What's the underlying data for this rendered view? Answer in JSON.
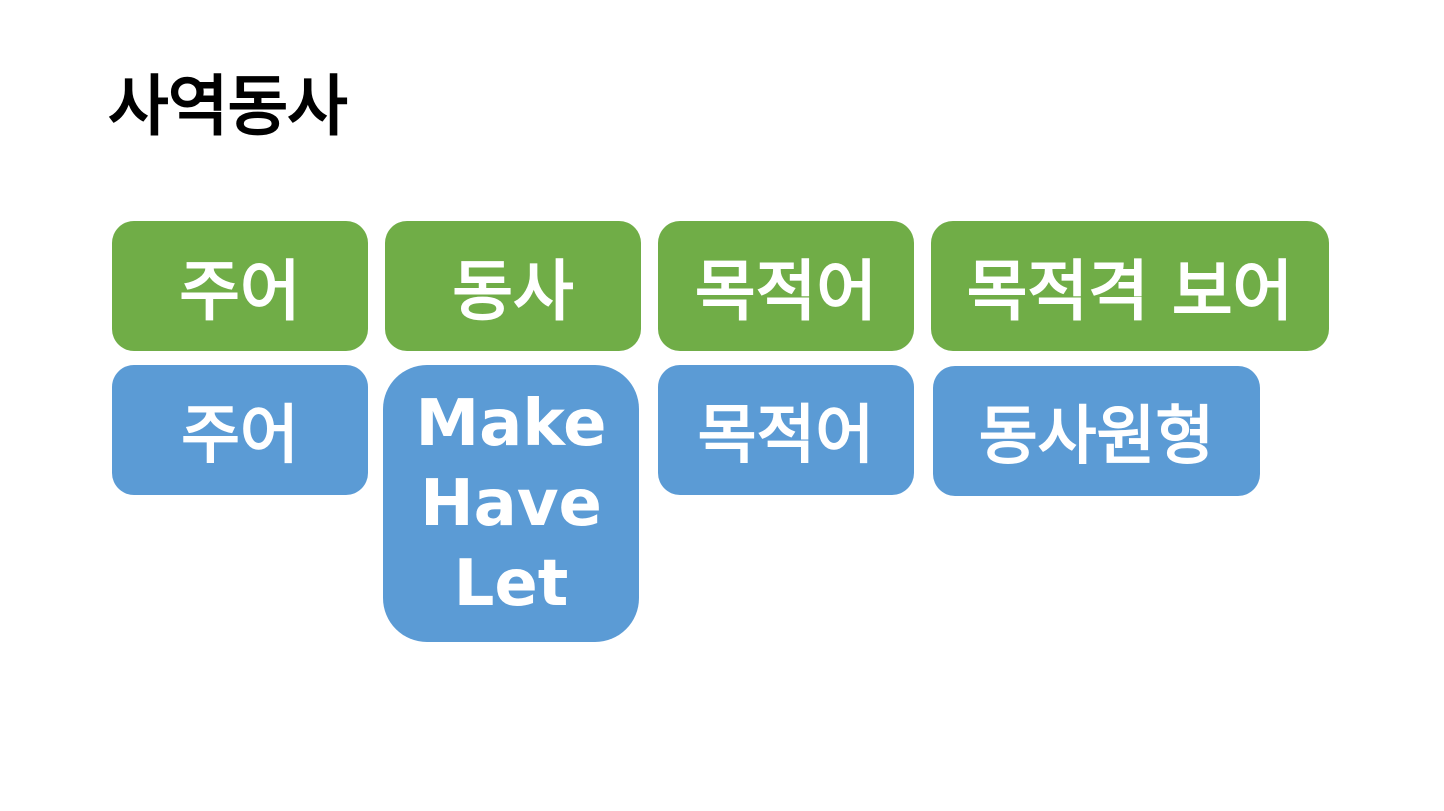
{
  "slide": {
    "title": "사역동사"
  },
  "row_green": {
    "col1": "주어",
    "col2": "동사",
    "col3": "목적어",
    "col4": "목적격 보어",
    "color": "#70ad47"
  },
  "row_blue": {
    "col1": "주어",
    "col2_lines": [
      "Make",
      "Have",
      "Let"
    ],
    "col3": "목적어",
    "col4": "동사원형",
    "color": "#5b9bd5"
  }
}
